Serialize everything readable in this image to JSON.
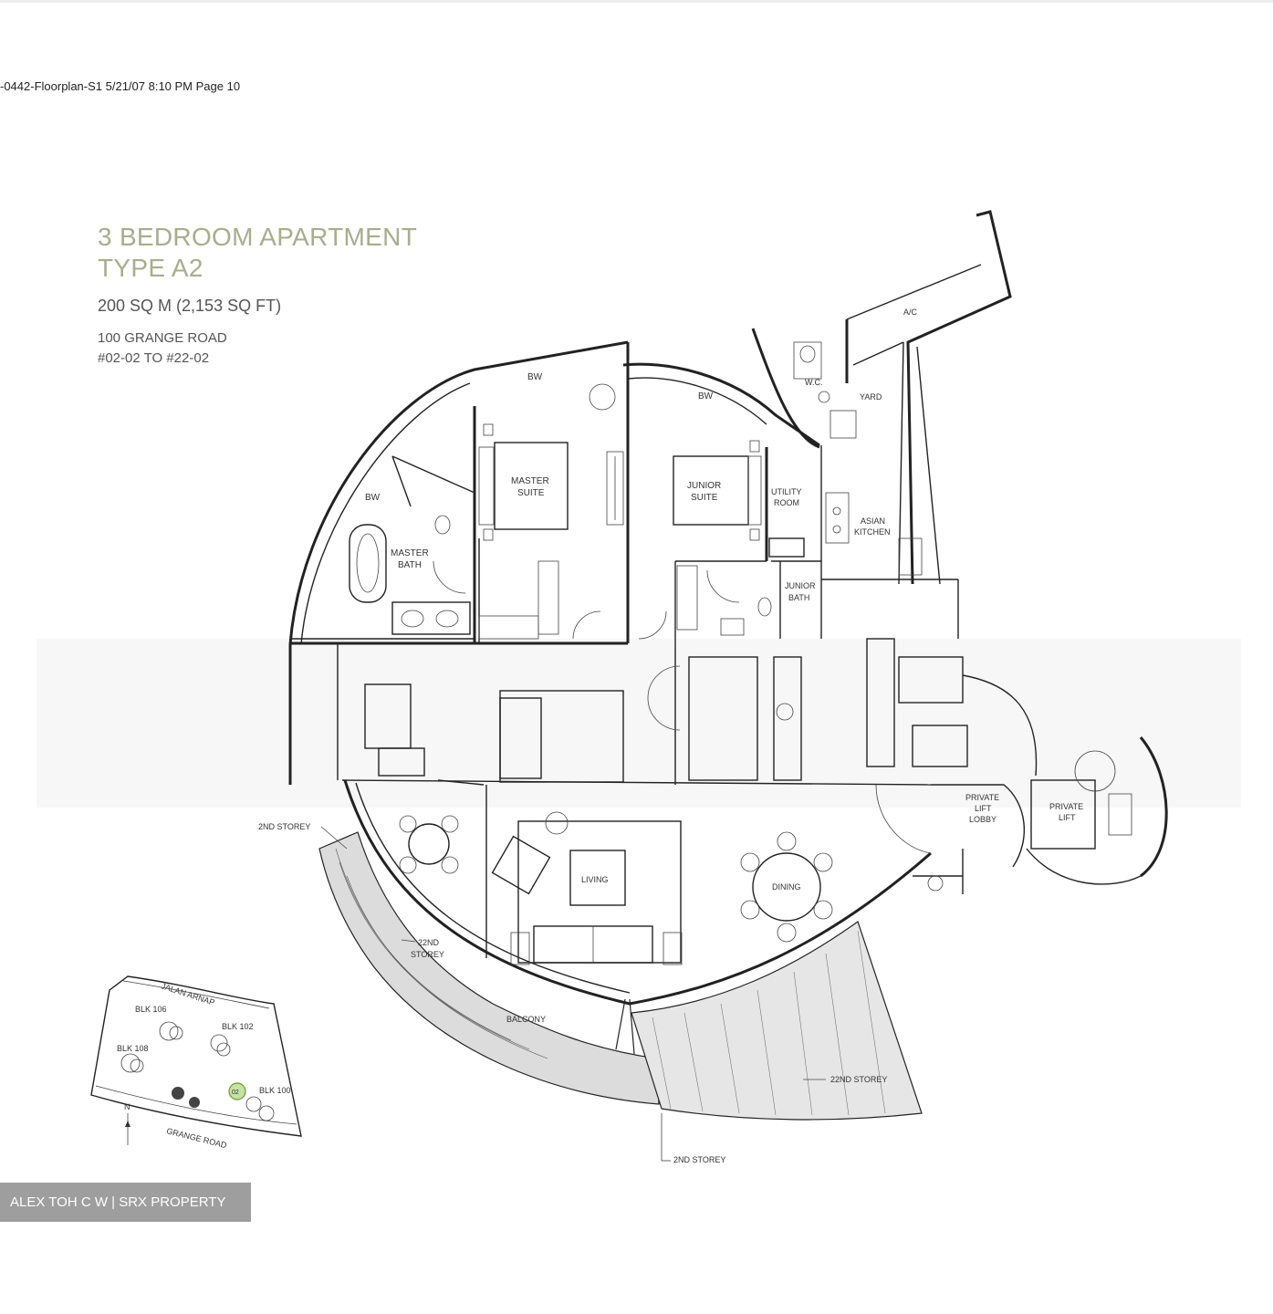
{
  "print_header": "-0442-Floorplan-S1 5/21/07 8:10 PM Page 10",
  "title": {
    "line1": "3 BEDROOM APARTMENT",
    "line2": "TYPE A2",
    "area": "200 SQ M (2,153 SQ FT)",
    "address_line1": "100 GRANGE ROAD",
    "address_line2": "#02-02 TO #22-02"
  },
  "rooms": {
    "bw1": "BW",
    "bw2": "BW",
    "bw3": "BW",
    "master_suite_1": "MASTER",
    "master_suite_2": "SUITE",
    "junior_suite_1": "JUNIOR",
    "junior_suite_2": "SUITE",
    "master_bath_1": "MASTER",
    "master_bath_2": "BATH",
    "utility_room_1": "UTILITY",
    "utility_room_2": "ROOM",
    "asian_kitchen_1": "ASIAN",
    "asian_kitchen_2": "KITCHEN",
    "junior_bath_1": "JUNIOR",
    "junior_bath_2": "BATH",
    "wc": "W.C.",
    "yard": "YARD",
    "ac": "A/C",
    "private_lift_lobby_1": "PRIVATE",
    "private_lift_lobby_2": "LIFT",
    "private_lift_lobby_3": "LOBBY",
    "private_lift_1": "PRIVATE",
    "private_lift_2": "LIFT",
    "living": "LIVING",
    "dining": "DINING",
    "balcony": "BALCONY"
  },
  "annotations": {
    "second_storey_left": "2ND STOREY",
    "twentysecond_storey_left_1": "22ND",
    "twentysecond_storey_left_2": "STOREY",
    "twentysecond_storey_right": "22ND STOREY",
    "second_storey_bottom": "2ND STOREY"
  },
  "key_plan": {
    "road_top": "JALAN ARNAP",
    "road_bottom": "GRANGE ROAD",
    "blk106": "BLK 106",
    "blk102": "BLK 102",
    "blk108": "BLK 108",
    "blk100": "BLK 100",
    "north": "N",
    "unit_highlight": "02"
  },
  "watermark": "ALEX TOH C W | SRX PROPERTY",
  "colors": {
    "title_green": "#a8ad8e",
    "line": "#222222",
    "watermark_bg": "#9e9e9e",
    "highlight": "#8bc34a"
  }
}
